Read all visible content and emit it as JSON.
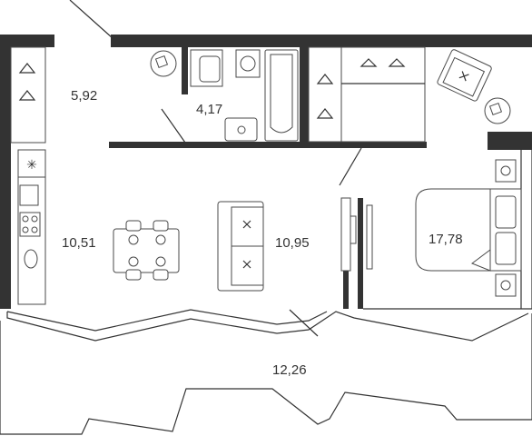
{
  "plan": {
    "rooms": [
      {
        "id": "hallway",
        "area": "5,92"
      },
      {
        "id": "bathroom",
        "area": "4,17"
      },
      {
        "id": "kitchen",
        "area": "10,51"
      },
      {
        "id": "living",
        "area": "10,95"
      },
      {
        "id": "bedroom",
        "area": "17,78"
      },
      {
        "id": "balcony",
        "area": "12,26"
      }
    ],
    "colors": {
      "wall": "#333333",
      "line": "#4a4a4a",
      "background": "#ffffff"
    }
  }
}
